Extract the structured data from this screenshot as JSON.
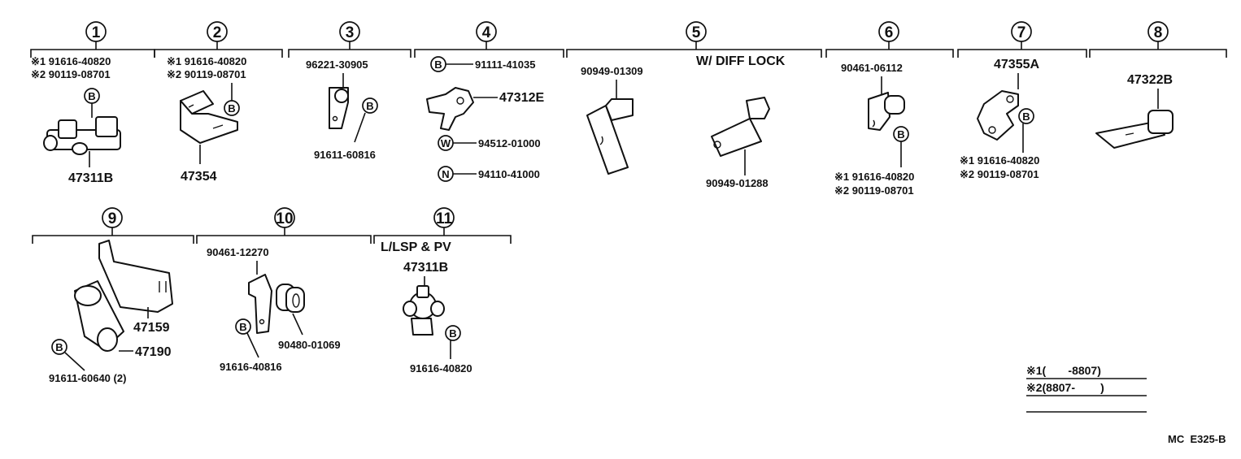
{
  "groups": [
    {
      "id": "1",
      "labels": {
        "kome1": "※1 91616-40820",
        "kome2": "※2 90119-08701",
        "b": "B",
        "part": "47311B"
      }
    },
    {
      "id": "2",
      "labels": {
        "kome1": "※1 91616-40820",
        "kome2": "※2 90119-08701",
        "b": "B",
        "part": "47354"
      }
    },
    {
      "id": "3",
      "labels": {
        "top": "96221-30905",
        "b": "B",
        "bottom": "91611-60816"
      }
    },
    {
      "id": "4",
      "labels": {
        "b": "B",
        "bolt": "91111-41035",
        "part": "47312E",
        "w": "W",
        "washer": "94512-01000",
        "n": "N",
        "nut": "94110-41000"
      }
    },
    {
      "id": "5",
      "labels": {
        "left": "90949-01309",
        "caption": "W/ DIFF  LOCK",
        "right": "90949-01288"
      }
    },
    {
      "id": "6",
      "labels": {
        "top": "90461-06112",
        "b": "B",
        "kome1": "※1 91616-40820",
        "kome2": "※2 90119-08701"
      }
    },
    {
      "id": "7",
      "labels": {
        "top": "47355A",
        "b": "B",
        "kome1": "※1 91616-40820",
        "kome2": "※2 90119-08701"
      }
    },
    {
      "id": "8",
      "labels": {
        "top": "47322B"
      }
    },
    {
      "id": "9",
      "labels": {
        "part1": "47159",
        "part2": "47190",
        "b": "B",
        "bottom": "91611-60640 (2)"
      }
    },
    {
      "id": "10",
      "labels": {
        "top": "90461-12270",
        "b": "B",
        "bottom": "91616-40816",
        "right": "90480-01069"
      }
    },
    {
      "id": "11",
      "labels": {
        "caption": "L/LSP & PV",
        "top": "47311B",
        "b": "B",
        "bottom": "91616-40820"
      }
    }
  ],
  "legend": {
    "row1": "※1(       -8807)",
    "row2": "※2(8807-        )"
  },
  "footer": {
    "code": "MC  E325-B"
  }
}
